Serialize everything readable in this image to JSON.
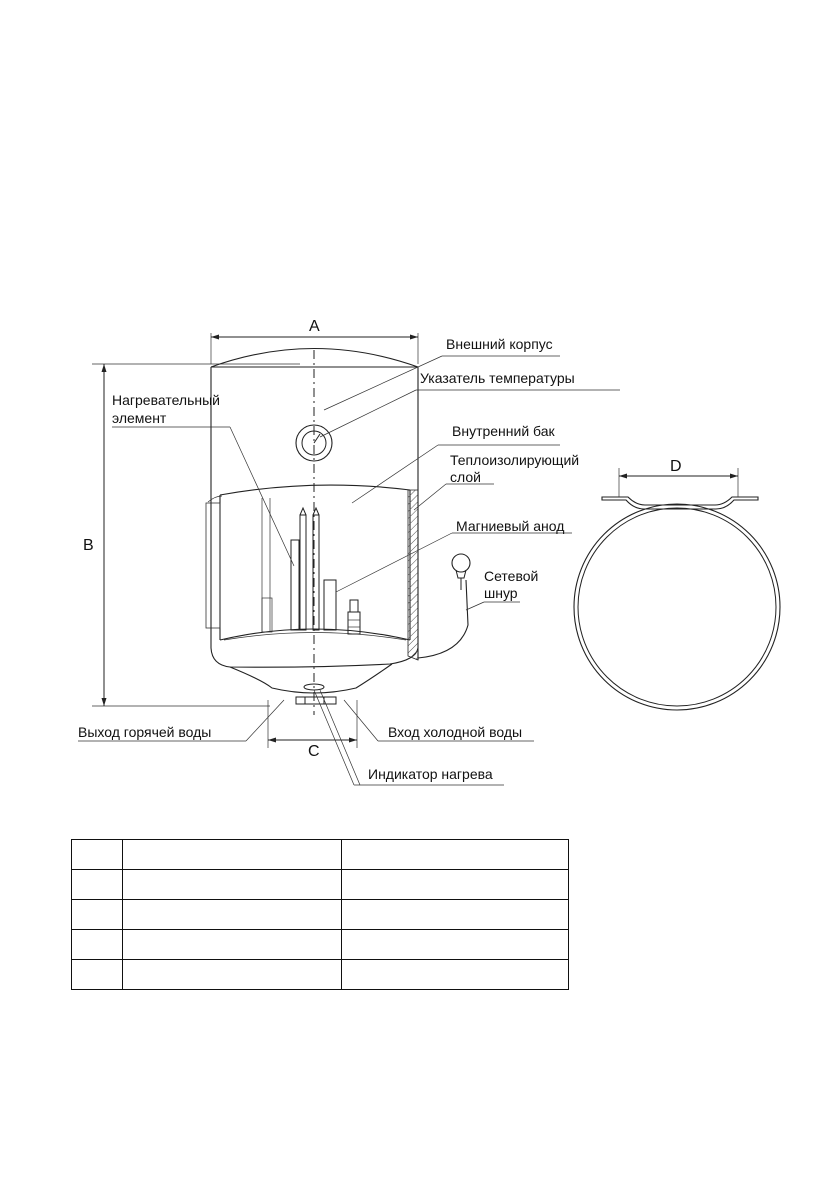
{
  "dimensions": {
    "a": "A",
    "b": "B",
    "c": "C",
    "d": "D"
  },
  "labels": {
    "outer_casing": "Внешний корпус",
    "temperature_gauge": "Указатель температуры",
    "heating_element_line1": "Нагревательный",
    "heating_element_line2": "элемент",
    "inner_tank": "Внутренний бак",
    "insulation_line1": "Теплоизолирующий",
    "insulation_line2": "слой",
    "magnesium_anode": "Магниевый анод",
    "power_cord_line1": "Сетевой",
    "power_cord_line2": "шнур",
    "hot_water_outlet": "Выход горячей воды",
    "cold_water_inlet": "Вход холодной воды",
    "heating_indicator": "Индикатор нагрева"
  },
  "table": {
    "rows": [
      [
        "",
        "",
        ""
      ],
      [
        "",
        "",
        ""
      ],
      [
        "",
        "",
        ""
      ],
      [
        "",
        "",
        ""
      ],
      [
        "",
        "",
        ""
      ]
    ]
  },
  "colors": {
    "line": "#222222",
    "hatch": "#555555"
  }
}
